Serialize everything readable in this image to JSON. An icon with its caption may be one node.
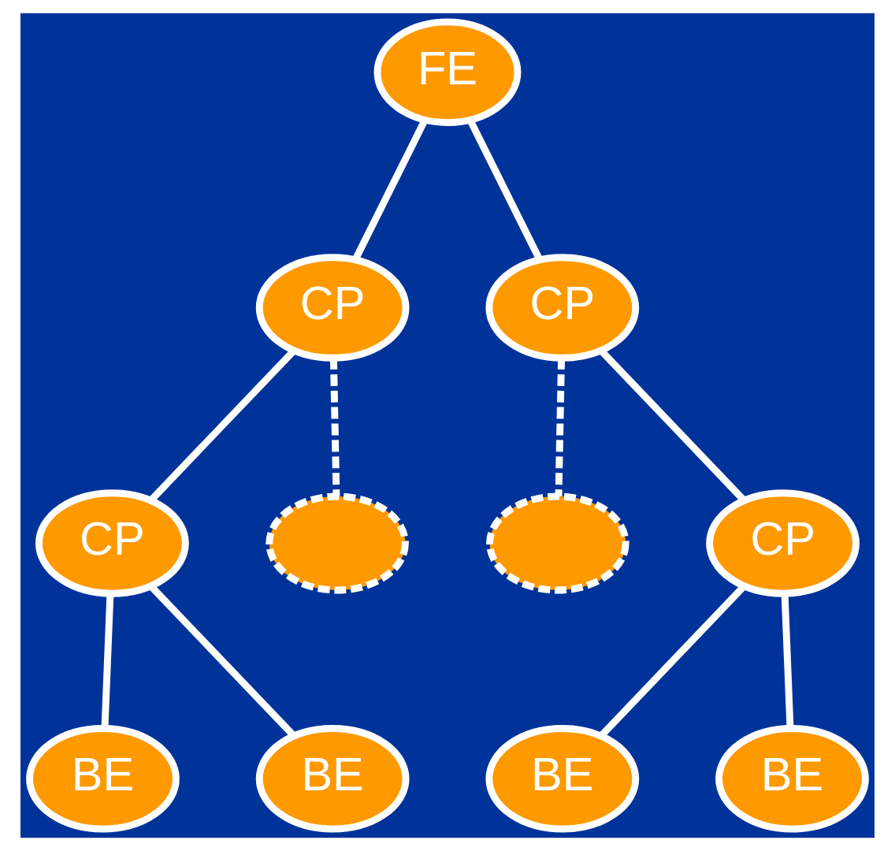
{
  "diagram": {
    "nodes": [
      {
        "text": [
          "FE"
        ]
      },
      {
        "text": [
          "CP"
        ]
      },
      {
        "text": [
          "CP"
        ]
      },
      {
        "text": [
          "CP"
        ]
      },
      {
        "text": [],
        "shape": "ellipse"
      },
      {
        "text": [],
        "shape": "ellipse"
      },
      {
        "text": [
          "CP"
        ]
      },
      {
        "text": [
          "BE"
        ]
      },
      {
        "text": [
          "BE"
        ]
      },
      {
        "text": [
          "BE"
        ]
      },
      {
        "text": [
          "BE"
        ]
      }
    ],
    "edges": [
      {
        "from": 0,
        "to": 1,
        "arrow": "none"
      },
      {
        "from": 0,
        "to": 2,
        "arrow": "none"
      },
      {
        "from": 1,
        "to": 3,
        "arrow": "none"
      },
      {
        "from": 1,
        "to": 4,
        "arrow": "none",
        "style": "dashed"
      },
      {
        "from": 2,
        "to": 5,
        "arrow": "none",
        "style": "dashed"
      },
      {
        "from": 2,
        "to": 6,
        "arrow": "none"
      },
      {
        "from": 3,
        "to": 7,
        "arrow": "none"
      },
      {
        "from": 3,
        "to": 8,
        "arrow": "none"
      },
      {
        "from": 6,
        "to": 9,
        "arrow": "none"
      },
      {
        "from": 6,
        "to": 10,
        "arrow": "none"
      }
    ]
  }
}
